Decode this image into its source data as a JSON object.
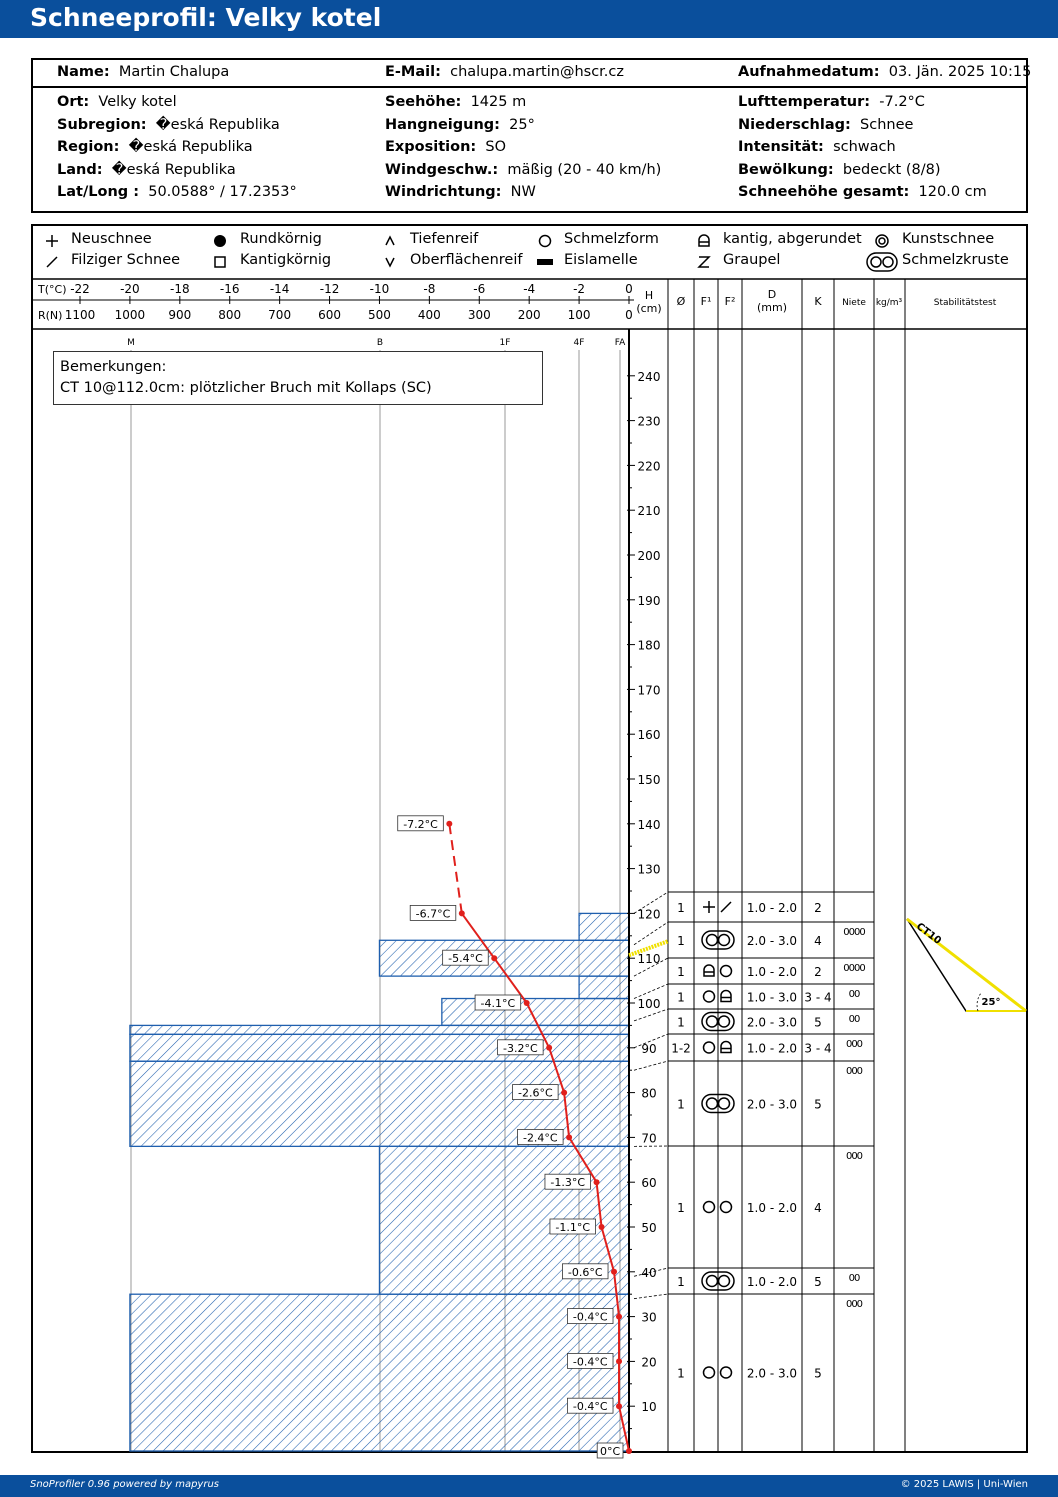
{
  "title": "Schneeprofil: Velky kotel",
  "header": {
    "name_label": "Name:",
    "name": "Martin Chalupa",
    "email_label": "E-Mail:",
    "email": "chalupa.martin@hscr.cz",
    "date_label": "Aufnahmedatum:",
    "date": "03. Jän. 2025 10:15",
    "left": [
      {
        "label": "Ort:",
        "value": "Velky kotel"
      },
      {
        "label": "Subregion:",
        "value": "�eská Republika"
      },
      {
        "label": "Region:",
        "value": "�eská Republika"
      },
      {
        "label": "Land:",
        "value": "�eská Republika"
      },
      {
        "label": "Lat/Long :",
        "value": "50.0588° / 17.2353°"
      }
    ],
    "middle": [
      {
        "label": "Seehöhe:",
        "value": "1425 m"
      },
      {
        "label": "Hangneigung:",
        "value": "25°"
      },
      {
        "label": "Exposition:",
        "value": "SO"
      },
      {
        "label": "Windgeschw.:",
        "value": "mäßig (20 - 40 km/h)"
      },
      {
        "label": "Windrichtung:",
        "value": "NW"
      }
    ],
    "right": [
      {
        "label": "Lufttemperatur:",
        "value": "-7.2°C"
      },
      {
        "label": "Niederschlag:",
        "value": "Schnee"
      },
      {
        "label": "Intensität:",
        "value": "schwach"
      },
      {
        "label": "Bewölkung:",
        "value": "bedeckt (8/8)"
      },
      {
        "label": "Schneehöhe gesamt:",
        "value": "120.0 cm"
      }
    ]
  },
  "legend": [
    {
      "icon": "plus-icon",
      "label": "Neuschnee"
    },
    {
      "icon": "filled-circle-icon",
      "label": "Rundkörnig"
    },
    {
      "icon": "caret-up-icon",
      "label": "Tiefenreif"
    },
    {
      "icon": "circle-icon",
      "label": "Schmelzform"
    },
    {
      "icon": "rounded-box-icon",
      "label": "kantig, abgerundet"
    },
    {
      "icon": "double-circle-icon",
      "label": "Kunstschnee"
    },
    {
      "icon": "slash-icon",
      "label": "Filziger Schnee"
    },
    {
      "icon": "square-icon",
      "label": "Kantigkörnig"
    },
    {
      "icon": "caret-down-icon",
      "label": "Oberflächenreif"
    },
    {
      "icon": "bar-icon",
      "label": "Eislamelle"
    },
    {
      "icon": "graupel-icon",
      "label": "Graupel"
    },
    {
      "icon": "melt-crust-icon",
      "label": "Schmelzkruste"
    }
  ],
  "remarks": {
    "title": "Bemerkungen:",
    "text": "CT 10@112.0cm: plötzlicher Bruch mit Kollaps (SC)"
  },
  "footer": {
    "left": "SnoProfiler 0.96 powered by mapyrus",
    "right": "© 2025 LAWIS | Uni-Wien"
  },
  "colors": {
    "brand": "#0a4f9c",
    "hardness": "#1f5fae",
    "temperature": "#e0201c",
    "stability": "#f0e000"
  },
  "chart_data": {
    "type": "snow-profile",
    "axes": {
      "temp_label": "T(°C)",
      "temp_ticks": [
        "-22",
        "-20",
        "-18",
        "-16",
        "-14",
        "-12",
        "-10",
        "-8",
        "-6",
        "-4",
        "-2",
        "0"
      ],
      "res_label": "R(N)",
      "res_ticks": [
        "1100",
        "1000",
        "900",
        "800",
        "700",
        "600",
        "500",
        "400",
        "300",
        "200",
        "100",
        "0"
      ],
      "hardness_ticks": [
        "M",
        "B",
        "1F",
        "4F",
        "FA"
      ],
      "height_label_1": "H",
      "height_label_2": "(cm)",
      "height_ticks": [
        "10",
        "20",
        "30",
        "40",
        "50",
        "60",
        "70",
        "80",
        "90",
        "100",
        "110",
        "120",
        "130",
        "140",
        "150",
        "160",
        "170",
        "180",
        "190",
        "200",
        "210",
        "220",
        "230",
        "240"
      ],
      "height_range": [
        0,
        245
      ],
      "temp_range": [
        -22,
        0
      ],
      "res_range": [
        0,
        1100
      ]
    },
    "columns": {
      "size": "Ø",
      "form1": "F¹",
      "form2": "F²",
      "diameter_1": "D",
      "diameter_2": "(mm)",
      "hardness": "K",
      "rivets": "Niete",
      "density": "kg/m³",
      "stability": "Stabilitätstest"
    },
    "hardness_profile": [
      {
        "from": 0,
        "to": 35,
        "resistance": 1000
      },
      {
        "from": 35,
        "to": 68,
        "resistance": 500
      },
      {
        "from": 68,
        "to": 87,
        "resistance": 1000
      },
      {
        "from": 87,
        "to": 93,
        "resistance": 1000
      },
      {
        "from": 93,
        "to": 95,
        "resistance": 1000
      },
      {
        "from": 95,
        "to": 101,
        "resistance": 375
      },
      {
        "from": 101,
        "to": 106,
        "resistance": 100
      },
      {
        "from": 106,
        "to": 114,
        "resistance": 500
      },
      {
        "from": 114,
        "to": 120,
        "resistance": 100
      }
    ],
    "temperature": [
      {
        "h": 0,
        "t": 0.0,
        "label": "0°C"
      },
      {
        "h": 10,
        "t": -0.4,
        "label": "-0.4°C"
      },
      {
        "h": 20,
        "t": -0.4,
        "label": "-0.4°C"
      },
      {
        "h": 30,
        "t": -0.4,
        "label": "-0.4°C"
      },
      {
        "h": 40,
        "t": -0.6,
        "label": "-0.6°C"
      },
      {
        "h": 50,
        "t": -1.1,
        "label": "-1.1°C"
      },
      {
        "h": 60,
        "t": -1.3,
        "label": "-1.3°C"
      },
      {
        "h": 70,
        "t": -2.4,
        "label": "-2.4°C"
      },
      {
        "h": 80,
        "t": -2.6,
        "label": "-2.6°C"
      },
      {
        "h": 90,
        "t": -3.2,
        "label": "-3.2°C"
      },
      {
        "h": 100,
        "t": -4.1,
        "label": "-4.1°C"
      },
      {
        "h": 110,
        "t": -5.4,
        "label": "-5.4°C"
      },
      {
        "h": 120,
        "t": -6.7,
        "label": "-6.7°C"
      },
      {
        "h": 140,
        "t": -7.2,
        "label": "-7.2°C",
        "air": true
      }
    ],
    "layers": [
      {
        "from": 113,
        "to": 120,
        "size": "1",
        "forms": [
          "plus",
          "slash"
        ],
        "d": "1.0 - 2.0",
        "k": "2",
        "rivets": ""
      },
      {
        "from": 106,
        "to": 113,
        "size": "1",
        "forms": [
          "melt",
          "melt"
        ],
        "d": "2.0 - 3.0",
        "k": "4",
        "rivets": "0000"
      },
      {
        "from": 101,
        "to": 106,
        "size": "1",
        "forms": [
          "rbox",
          "circle"
        ],
        "d": "1.0 - 2.0",
        "k": "2",
        "rivets": "0000"
      },
      {
        "from": 96,
        "to": 101,
        "size": "1",
        "forms": [
          "circle",
          "rbox"
        ],
        "d": "1.0 - 3.0",
        "k": "3 - 4",
        "rivets": "00"
      },
      {
        "from": 90,
        "to": 96,
        "size": "1",
        "forms": [
          "melt",
          "melt"
        ],
        "d": "2.0 - 3.0",
        "k": "5",
        "rivets": "00"
      },
      {
        "from": 85,
        "to": 90,
        "size": "1-2",
        "forms": [
          "circle",
          "rbox"
        ],
        "d": "1.0 - 2.0",
        "k": "3 - 4",
        "rivets": "000"
      },
      {
        "from": 68,
        "to": 85,
        "size": "1",
        "forms": [
          "melt",
          "melt"
        ],
        "d": "2.0 - 3.0",
        "k": "5",
        "rivets": "000"
      },
      {
        "from": 39,
        "to": 68,
        "size": "1",
        "forms": [
          "circle",
          "circle"
        ],
        "d": "1.0 - 2.0",
        "k": "4",
        "rivets": "000"
      },
      {
        "from": 34,
        "to": 39,
        "size": "1",
        "forms": [
          "melt",
          "melt"
        ],
        "d": "1.0 - 2.0",
        "k": "5",
        "rivets": "00"
      },
      {
        "from": 0,
        "to": 34,
        "size": "1",
        "forms": [
          "circle",
          "circle"
        ],
        "d": "2.0 - 3.0",
        "k": "5",
        "rivets": "000"
      }
    ],
    "stability_test": {
      "label": "CT10",
      "height": 112,
      "angle": "25°"
    }
  }
}
